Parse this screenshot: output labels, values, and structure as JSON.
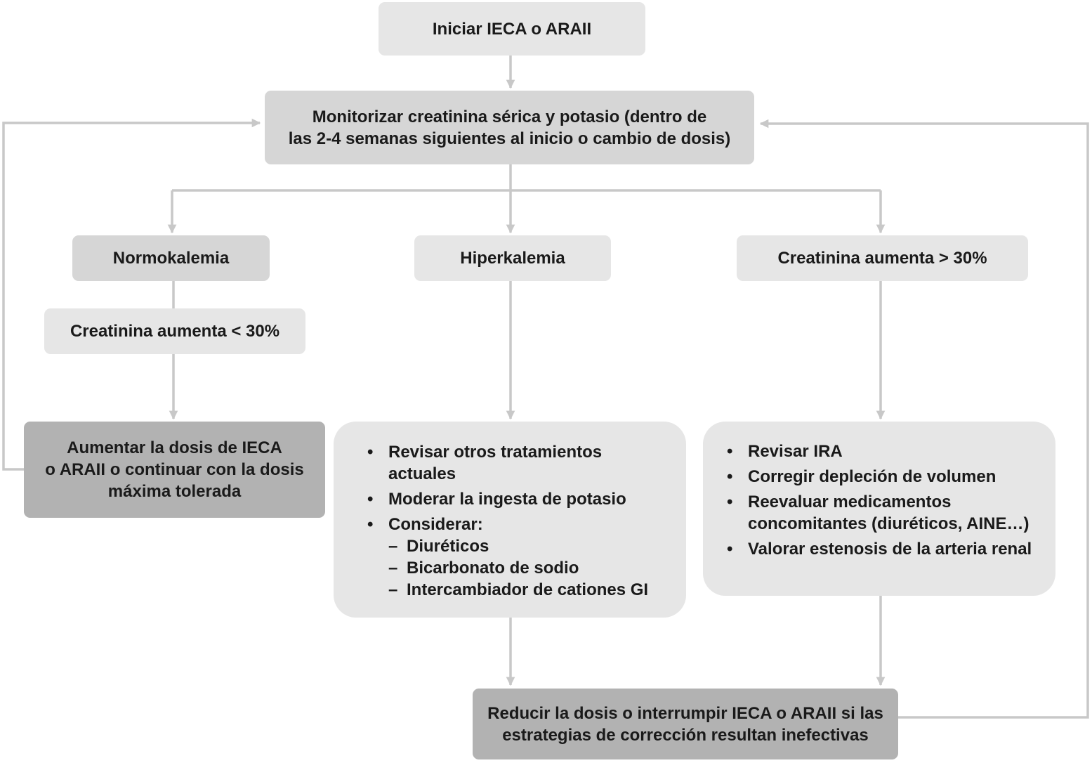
{
  "colors": {
    "connector": "#c8c8c8",
    "box_light": "#e6e6e6",
    "box_mid": "#d6d6d6",
    "box_dark": "#b2b2b2",
    "text": "#1a1a1a"
  },
  "nodes": {
    "start": {
      "text": "Iniciar IECA o ARAII"
    },
    "monitor": {
      "lines": [
        "Monitorizar creatinina sérica y potasio (dentro de",
        "las 2-4 semanas siguientes al inicio o cambio de dosis)"
      ]
    },
    "normokalemia": {
      "text": "Normokalemia"
    },
    "hiperkalemia": {
      "text": "Hiperkalemia"
    },
    "creat_high": {
      "text": "Creatinina aumenta > 30%"
    },
    "creat_low": {
      "text": "Creatinina aumenta < 30%"
    },
    "increase_dose": {
      "lines": [
        "Aumentar la dosis de IECA",
        "o ARAII o continuar con la dosis",
        "máxima tolerada"
      ]
    },
    "hyper_actions": {
      "items": [
        {
          "lines": [
            "Revisar otros tratamientos",
            "actuales"
          ]
        },
        {
          "lines": [
            "Moderar la ingesta de potasio"
          ]
        },
        {
          "lines": [
            "Considerar:"
          ],
          "sub": [
            "Diuréticos",
            "Bicarbonato de sodio",
            "Intercambiador de cationes GI"
          ]
        }
      ]
    },
    "creat_actions": {
      "items": [
        {
          "lines": [
            "Revisar IRA"
          ]
        },
        {
          "lines": [
            "Corregir depleción de volumen"
          ]
        },
        {
          "lines": [
            "Reevaluar medicamentos",
            "concomitantes (diuréticos, AINE…)"
          ]
        },
        {
          "lines": [
            "Valorar estenosis de la arteria renal"
          ]
        }
      ]
    },
    "reduce_dose": {
      "lines": [
        "Reducir la dosis o interrumpir IECA o ARAII si las",
        "estrategias de corrección resultan inefectivas"
      ]
    }
  }
}
